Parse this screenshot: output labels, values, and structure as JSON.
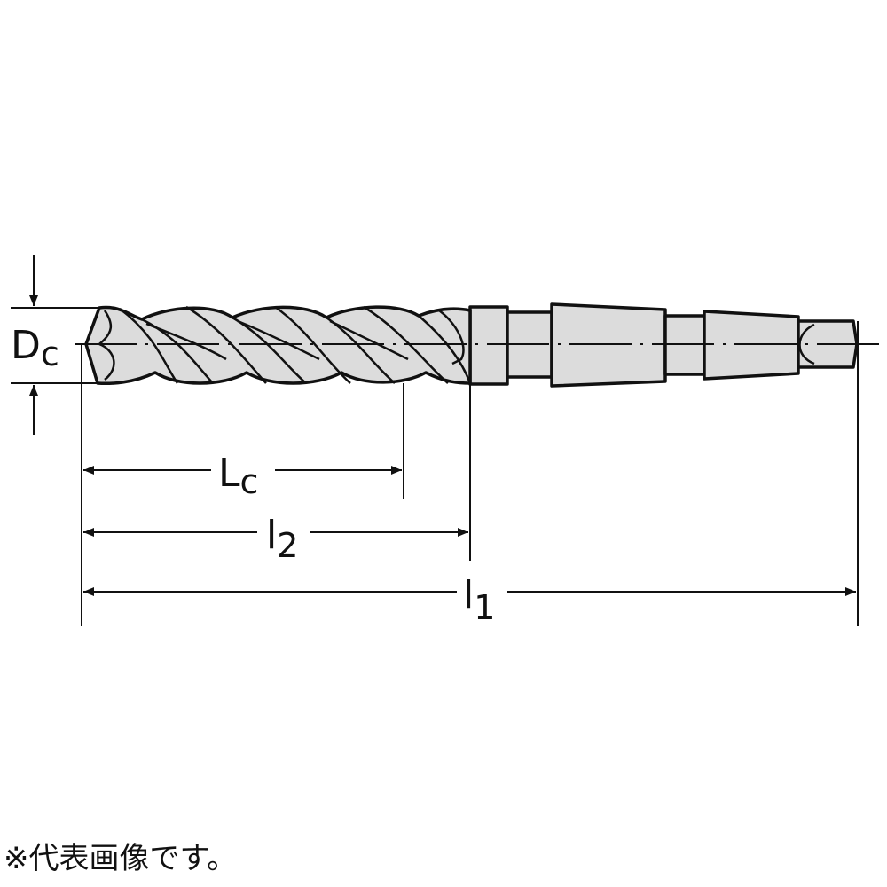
{
  "diagram": {
    "title": "Taper shank drill dimension drawing",
    "labels": {
      "dc": {
        "main": "D",
        "sub": "c"
      },
      "lc": {
        "main": "L",
        "sub": "c"
      },
      "l2": {
        "main": "l",
        "sub": "2"
      },
      "l1": {
        "main": "l",
        "sub": "1"
      }
    },
    "colors": {
      "body_fill": "#dcdcdc",
      "line": "#111111"
    }
  },
  "note": "※代表画像です。"
}
